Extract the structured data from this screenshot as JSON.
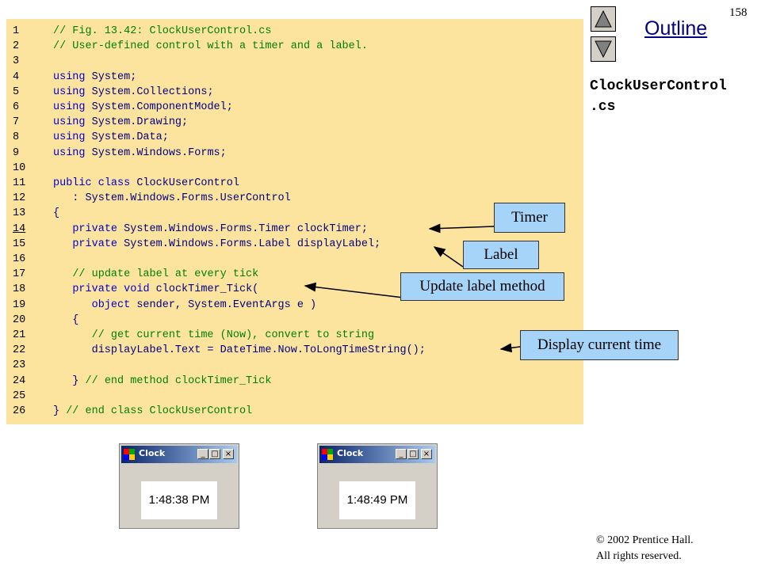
{
  "page_number": "158",
  "outline": {
    "title": "Outline",
    "up_icon": "triangle-up-icon",
    "down_icon": "triangle-down-icon",
    "file_name": "ClockUserControl\n.cs"
  },
  "code": {
    "lines": [
      {
        "n": "1",
        "text": "// Fig. 13.42: ClockUserControl.cs",
        "kind": "comment"
      },
      {
        "n": "2",
        "text": "// User-defined control with a timer and a label.",
        "kind": "comment"
      },
      {
        "n": "3",
        "text": "",
        "kind": "plain"
      },
      {
        "n": "4",
        "text": "using System;",
        "kind": "using"
      },
      {
        "n": "5",
        "text": "using System.Collections;",
        "kind": "using"
      },
      {
        "n": "6",
        "text": "using System.ComponentModel;",
        "kind": "using"
      },
      {
        "n": "7",
        "text": "using System.Drawing;",
        "kind": "using"
      },
      {
        "n": "8",
        "text": "using System.Data;",
        "kind": "using"
      },
      {
        "n": "9",
        "text": "using System.Windows.Forms;",
        "kind": "using"
      },
      {
        "n": "10",
        "text": "",
        "kind": "plain"
      },
      {
        "n": "11",
        "text": "public class ClockUserControl",
        "kind": "plain"
      },
      {
        "n": "12",
        "text": "   : System.Windows.Forms.UserControl",
        "kind": "plain"
      },
      {
        "n": "13",
        "text": "{",
        "kind": "plain"
      },
      {
        "n": "14",
        "text": "   private System.Windows.Forms.Timer clockTimer;",
        "kind": "plain"
      },
      {
        "n": "15",
        "text": "   private System.Windows.Forms.Label displayLabel;",
        "kind": "plain"
      },
      {
        "n": "16",
        "text": "",
        "kind": "plain"
      },
      {
        "n": "17",
        "text": "   // update label at every tick",
        "kind": "comment"
      },
      {
        "n": "18",
        "text": "   private void clockTimer_Tick(",
        "kind": "plain"
      },
      {
        "n": "19",
        "text": "      object sender, System.EventArgs e )",
        "kind": "plain"
      },
      {
        "n": "20",
        "text": "   {",
        "kind": "plain"
      },
      {
        "n": "21",
        "text": "      // get current time (Now), convert to string",
        "kind": "comment"
      },
      {
        "n": "22",
        "text": "      displayLabel.Text = DateTime.Now.ToLongTimeString();",
        "kind": "plain"
      },
      {
        "n": "23",
        "text": "",
        "kind": "plain"
      },
      {
        "n": "24",
        "text": "   } // end method clockTimer_Tick",
        "kind": "trailing-comment"
      },
      {
        "n": "25",
        "text": "",
        "kind": "plain"
      },
      {
        "n": "26",
        "text": "} // end class ClockUserControl",
        "kind": "trailing-comment"
      }
    ],
    "underlined_line": "14"
  },
  "callouts": {
    "timer": "Timer",
    "label": "Label",
    "update": "Update label method",
    "display": "Display current time"
  },
  "windows": [
    {
      "title": "Clock",
      "time": "1:48:38 PM",
      "min_glyph": "_",
      "max_glyph": "□",
      "close_glyph": "×"
    },
    {
      "title": "Clock",
      "time": "1:48:49 PM",
      "min_glyph": "_",
      "max_glyph": "□",
      "close_glyph": "×"
    }
  ],
  "copyright": {
    "line1": "© 2002 Prentice Hall.",
    "line2": "All rights reserved."
  },
  "colors": {
    "code_background": "#fde49e",
    "keyword": "#0000cc",
    "comment": "#008000",
    "callout": "#a6d3f8",
    "outline_link": "#000080"
  }
}
